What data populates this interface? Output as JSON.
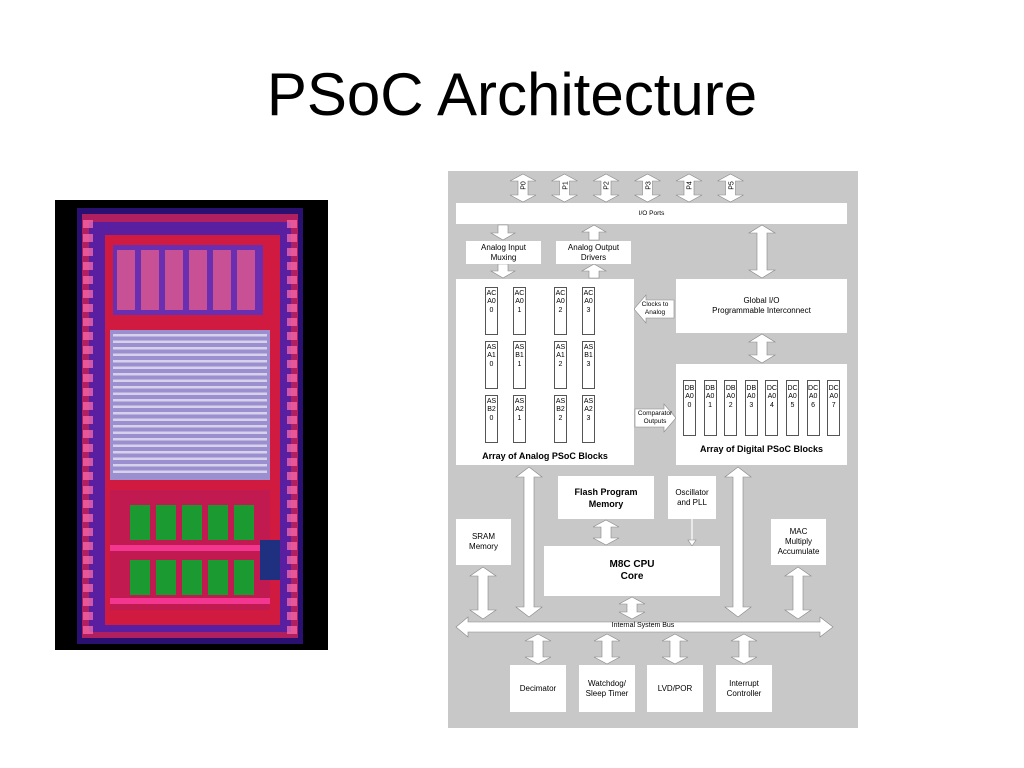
{
  "title": "PSoC Architecture",
  "ports": [
    "P0",
    "P1",
    "P2",
    "P3",
    "P4",
    "P5"
  ],
  "io_ports": "I/O Ports",
  "analog_input_muxing": [
    "Analog Input",
    "Muxing"
  ],
  "analog_output_drivers": [
    "Analog Output",
    "Drivers"
  ],
  "clocks_to_analog": [
    "Clocks to",
    "Analog"
  ],
  "comparator_outputs": [
    "Comparator",
    "Outputs"
  ],
  "global_io": [
    "Global I/O",
    "Programmable Interconnect"
  ],
  "analog_blocks": [
    [
      "ACA00",
      "ACA01",
      "ACA02",
      "ACA03"
    ],
    [
      "ASA10",
      "ASB11",
      "ASA12",
      "ASB13"
    ],
    [
      "ASB20",
      "ASA21",
      "ASB22",
      "ASA23"
    ]
  ],
  "digital_blocks": [
    "DBA00",
    "DBA01",
    "DBA02",
    "DBA03",
    "DCA04",
    "DCA05",
    "DCA06",
    "DCA07"
  ],
  "analog_array_label": "Array of Analog PSoC Blocks",
  "digital_array_label": "Array of Digital PSoC Blocks",
  "flash_memory": [
    "Flash Program",
    "Memory"
  ],
  "oscillator": [
    "Oscillator",
    "and PLL"
  ],
  "sram": [
    "SRAM",
    "Memory"
  ],
  "cpu": [
    "M8C CPU",
    "Core"
  ],
  "mac": [
    "MAC",
    "Multiply",
    "Accumulate"
  ],
  "internal_bus": "Internal System Bus",
  "peripherals": [
    [
      "Decimator"
    ],
    [
      "Watchdog/",
      "Sleep Timer"
    ],
    [
      "LVD/POR"
    ],
    [
      "Interrupt",
      "Controller"
    ]
  ]
}
